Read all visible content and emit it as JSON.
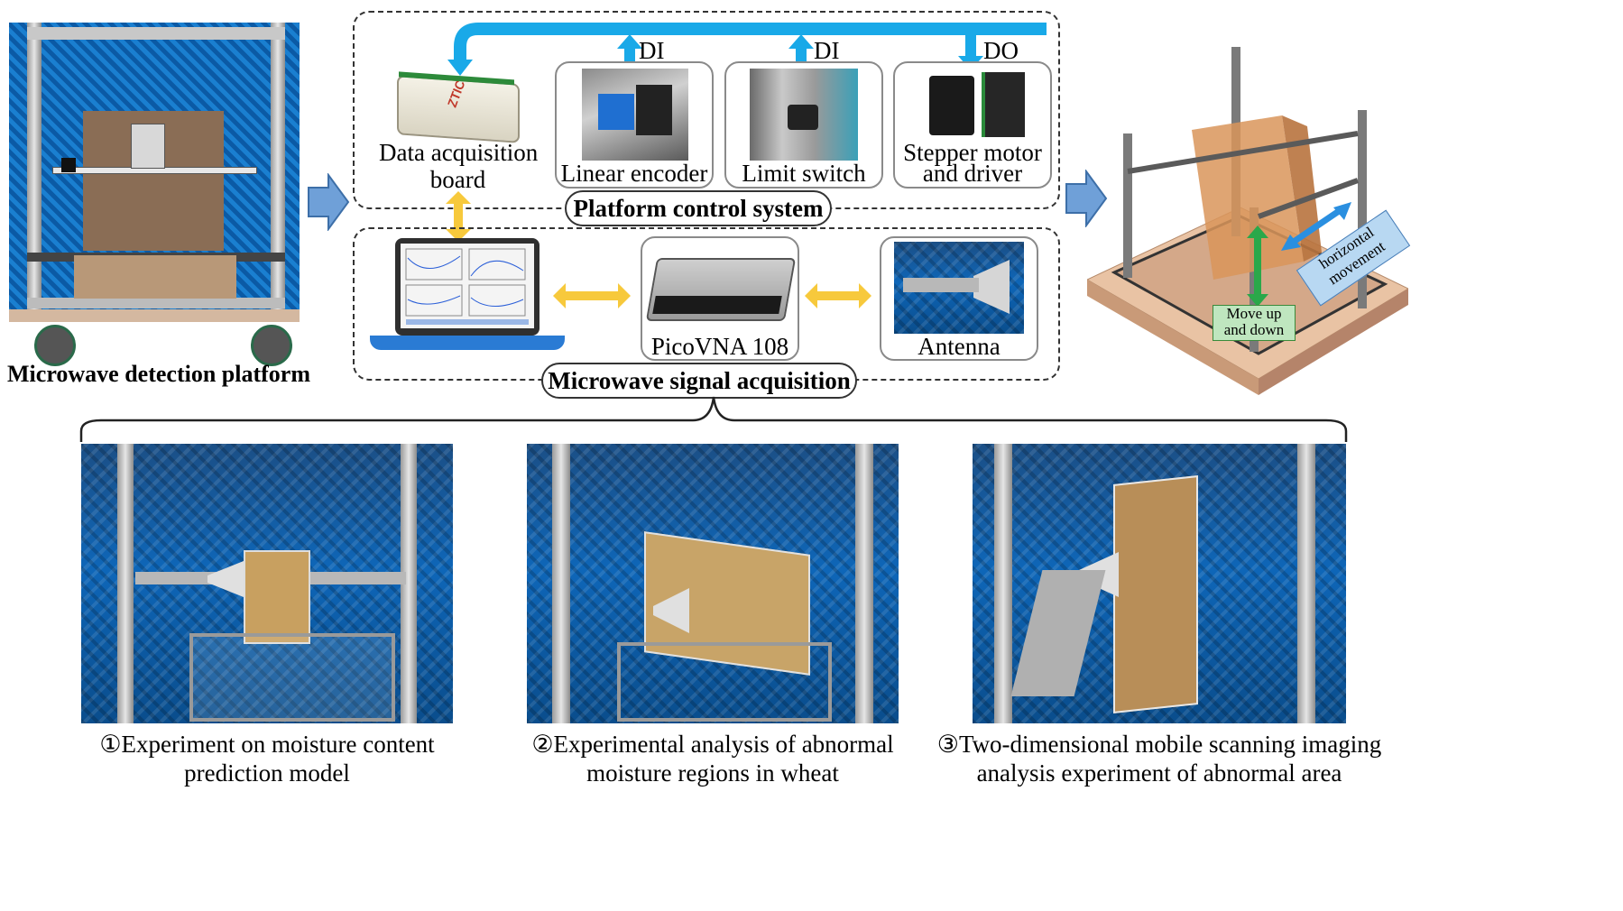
{
  "platform_label": "Microwave detection platform",
  "control": {
    "title": "Platform control system",
    "daq_label_1": "Data acquisition",
    "daq_label_2": "board",
    "daq_brand": "ZTIC",
    "encoder_label": "Linear encoder",
    "switch_label": "Limit switch",
    "motor_label_1": "Stepper motor",
    "motor_label_2": "and driver",
    "signal_encoder": "DI",
    "signal_switch": "DI",
    "signal_motor": "DO"
  },
  "acquisition": {
    "title": "Microwave signal acquisition",
    "vna_label": "PicoVNA 108",
    "antenna_label": "Antenna"
  },
  "model3d": {
    "horizontal_1": "horizontal",
    "horizontal_2": "movement",
    "vertical_1": "Move up",
    "vertical_2": "and down"
  },
  "experiments": [
    {
      "line1": "①Experiment on moisture content",
      "line2": "prediction model"
    },
    {
      "line1": "②Experimental analysis of abnormal",
      "line2": "moisture regions in wheat"
    },
    {
      "line1": "③Two-dimensional mobile scanning imaging",
      "line2": "analysis experiment of abnormal area"
    }
  ],
  "colors": {
    "blue_arrow": "#19a9e8",
    "yellow_arrow": "#f7c93c",
    "big_arrow": "#6fa0d8",
    "green_arrow": "#2aa84a",
    "absorber": "#0e66b8"
  }
}
